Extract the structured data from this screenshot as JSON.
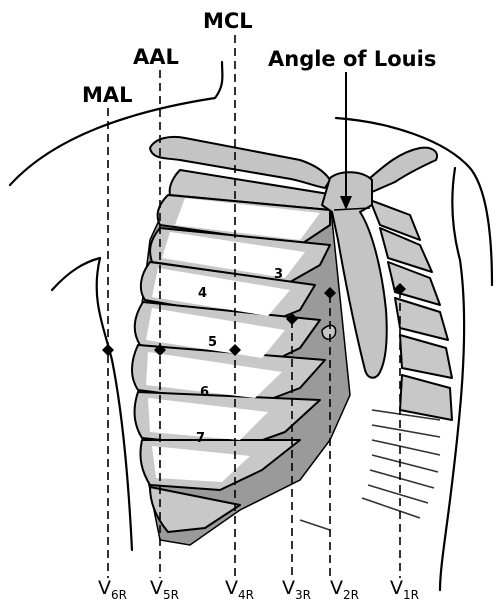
{
  "labels": {
    "mcl": "MCL",
    "aal": "AAL",
    "mal": "MAL",
    "angle_of_louis": "Angle of Louis"
  },
  "ribs": {
    "r3": "3",
    "r4": "4",
    "r5": "5",
    "r6": "6",
    "r7": "7"
  },
  "leads": [
    {
      "main": "V",
      "sub": "6R"
    },
    {
      "main": "V",
      "sub": "5R"
    },
    {
      "main": "V",
      "sub": "4R"
    },
    {
      "main": "V",
      "sub": "3R"
    },
    {
      "main": "V",
      "sub": "2R"
    },
    {
      "main": "V",
      "sub": "1R"
    }
  ]
}
